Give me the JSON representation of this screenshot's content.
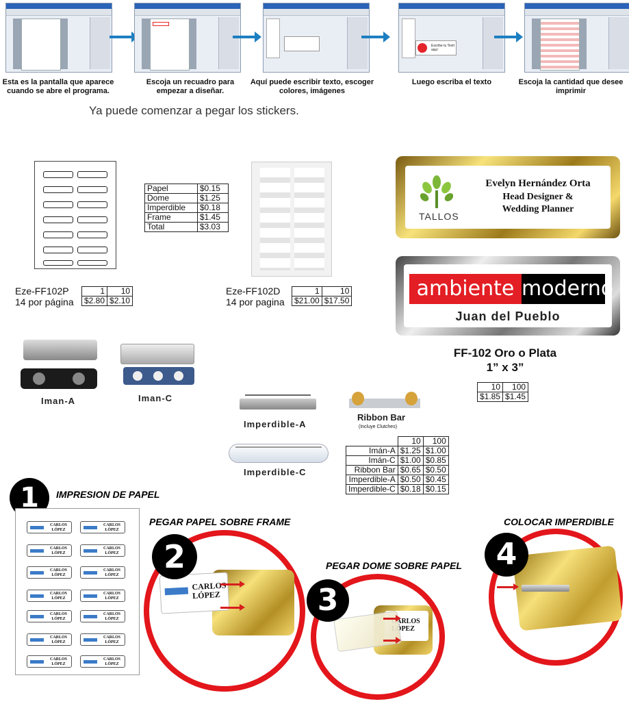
{
  "steps": [
    {
      "caption": "Esta es la pantalla que aparece cuando se abre el programa."
    },
    {
      "caption": "Escoja un recuadro para empezar a diseñar."
    },
    {
      "caption": "Aquí puede escribir texto, escoger colores, imágenes"
    },
    {
      "caption": "Luego escriba el texto",
      "sample": "Escribe tu Textl aquí"
    },
    {
      "caption": "Escoja la cantidad que desee imprimir"
    }
  ],
  "lead": "Ya puede comenzar a pegar los stickers.",
  "cost_table": [
    {
      "item": "Papel",
      "price": "$0.15"
    },
    {
      "item": "Dome",
      "price": "$1.25"
    },
    {
      "item": "Imperdible",
      "price": "$0.18"
    },
    {
      "item": "Frame",
      "price": "$1.45"
    },
    {
      "item": "Total",
      "price": "$3.03"
    }
  ],
  "paper_product": {
    "code": "Eze-FF102P",
    "per_page": "14 por página",
    "qty": [
      "1",
      "10"
    ],
    "price": [
      "$2.80",
      "$2.10"
    ]
  },
  "dome_product": {
    "code": "Eze-FF102D",
    "per_page": "14 por pagina",
    "qty": [
      "1",
      "10"
    ],
    "price": [
      "$21.00",
      "$17.50"
    ]
  },
  "badge_gold": {
    "logo": "TALLOS",
    "name": "Evelyn Hernández Orta",
    "line1": "Head Designer &",
    "line2": "Wedding Planner"
  },
  "badge_silver": {
    "brand1": "ambiente",
    "brand2": "moderno",
    "name": "Juan del Pueblo"
  },
  "frame": {
    "title": "FF-102 Oro o Plata",
    "size": "1” x 3”",
    "qty": [
      "10",
      "100"
    ],
    "price": [
      "$1.85",
      "$1.45"
    ]
  },
  "parts": {
    "iman_a": "Iman-A",
    "iman_c": "Iman-C",
    "imperdible_a": "Imperdible-A",
    "imperdible_c": "Imperdible-C",
    "ribbon": "Ribbon Bar",
    "ribbon_note": "(Incluye Clutches)"
  },
  "parts_table": {
    "qty": [
      "10",
      "100"
    ],
    "rows": [
      {
        "name": "Imán-A",
        "p10": "$1.25",
        "p100": "$1.00"
      },
      {
        "name": "Imán-C",
        "p10": "$1.00",
        "p100": "$0.85"
      },
      {
        "name": "Ribbon Bar",
        "p10": "$0.65",
        "p100": "$0.50"
      },
      {
        "name": "Imperdible-A",
        "p10": "$0.50",
        "p100": "$0.45"
      },
      {
        "name": "Imperdible-C",
        "p10": "$0.18",
        "p100": "$0.15"
      }
    ]
  },
  "instructions": [
    {
      "num": "1",
      "title": "IMPRESION DE PAPEL"
    },
    {
      "num": "2",
      "title": "PEGAR PAPEL SOBRE FRAME"
    },
    {
      "num": "3",
      "title": "PEGAR DOME SOBRE PAPEL"
    },
    {
      "num": "4",
      "title": "COLOCAR IMPERDIBLE"
    }
  ],
  "sample_label": {
    "name1": "CARLOS",
    "name2": "LÓPEZ"
  },
  "colors": {
    "arrow_blue": "#1d7fc1",
    "red": "#e3161b",
    "brand_red": "#e31e24"
  }
}
